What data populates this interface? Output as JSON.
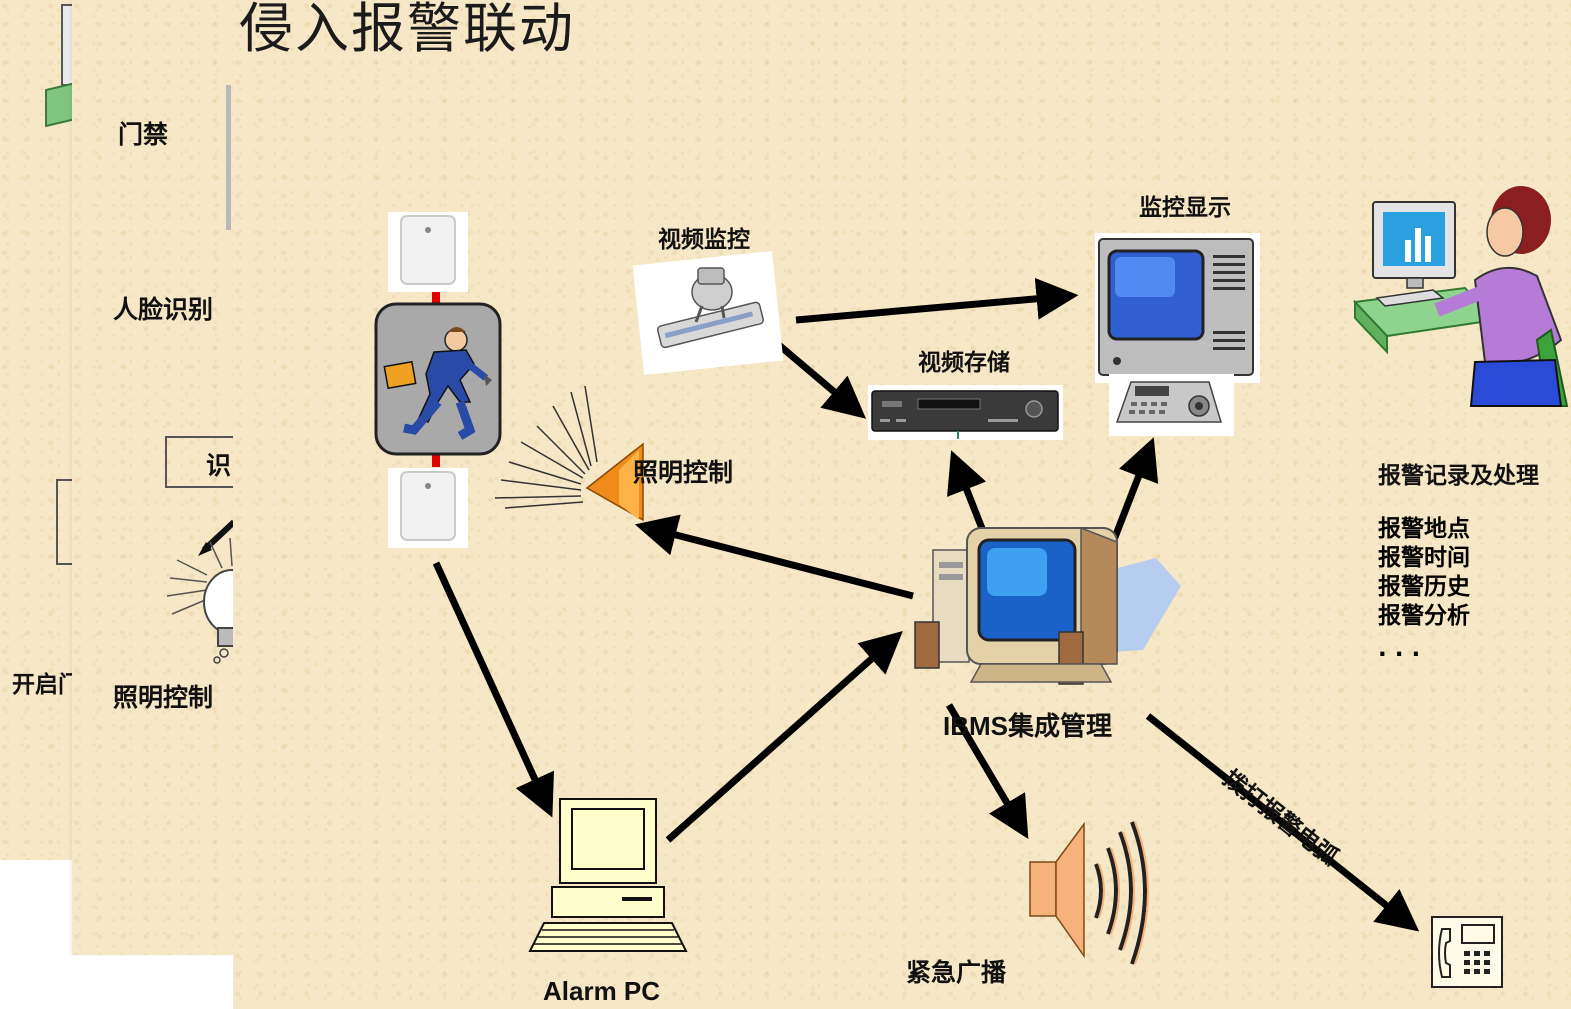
{
  "title": "侵入报警联动",
  "back_panel": {
    "bottom_label": "开启门"
  },
  "mid_panel": {
    "access_control": "门禁",
    "face_recognition": "人脸识别",
    "box_text": "识",
    "lighting_control": "照明控制"
  },
  "diagram": {
    "video_monitoring": "视频监控",
    "monitor_display": "监控显示",
    "video_storage": "视频存储",
    "lighting_control": "照明控制",
    "ibms": "IBMS集成管理",
    "alarm_pc": "Alarm PC",
    "emergency_broadcast": "紧急广播",
    "dial_alarm_phone": "拨打报警电弧",
    "alarm_record": "报警记录及处理",
    "alarm_details": [
      "报警地点",
      "报警时间",
      "报警历史",
      "报警分析"
    ],
    "ellipsis": ". . ."
  }
}
